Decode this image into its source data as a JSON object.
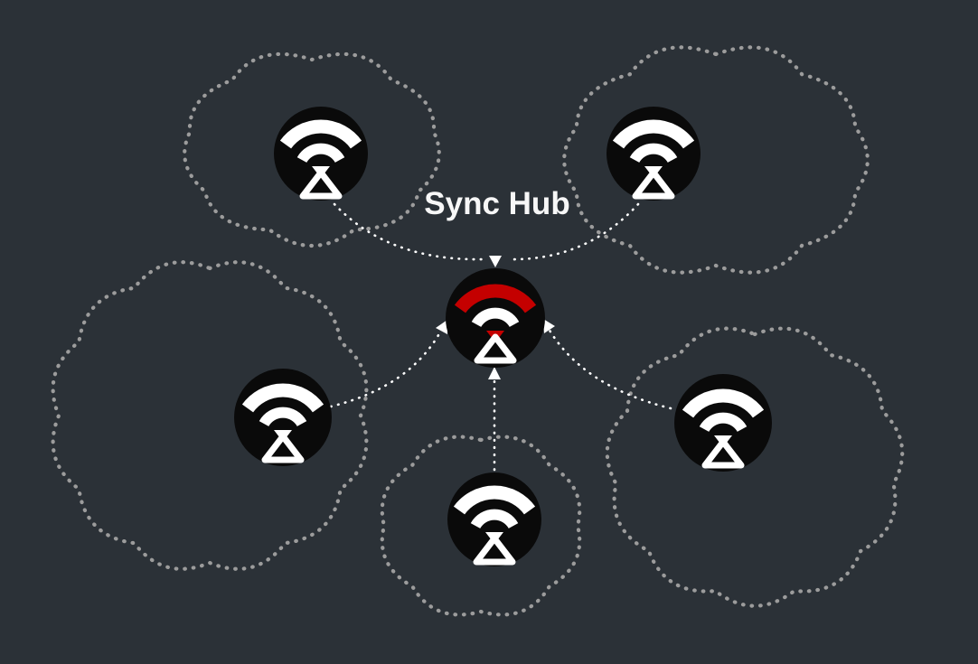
{
  "diagram": {
    "title": "Sync Hub",
    "hub_label": "Sync Hub",
    "hub": {
      "id": "sync-hub",
      "icon": "sync-signal-icon",
      "accent": true
    },
    "satellites": [
      {
        "id": "device-top-left",
        "icon": "sync-signal-icon"
      },
      {
        "id": "device-top-right",
        "icon": "sync-signal-icon"
      },
      {
        "id": "device-mid-left",
        "icon": "sync-signal-icon"
      },
      {
        "id": "device-bottom-center",
        "icon": "sync-signal-icon"
      },
      {
        "id": "device-mid-right",
        "icon": "sync-signal-icon"
      }
    ],
    "colors": {
      "background": "#2b3137",
      "node_fill": "#0a0a0a",
      "icon": "#ffffff",
      "accent_red": "#c40000",
      "cloud_outline": "#9c9c9c",
      "arrow": "#ffffff",
      "title_text": "#f7f7f7"
    }
  }
}
